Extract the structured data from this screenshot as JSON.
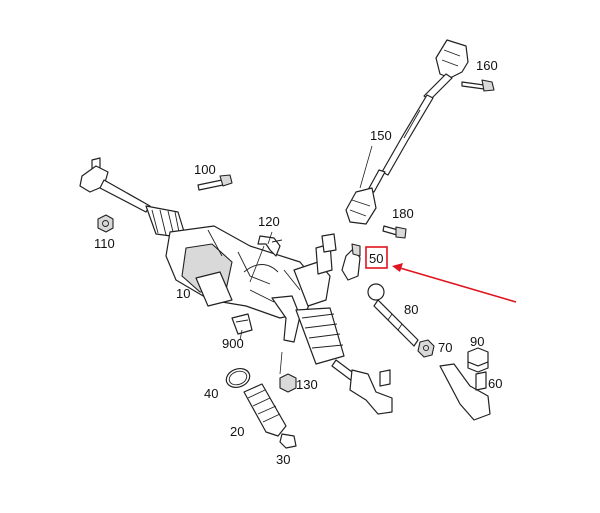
{
  "diagram": {
    "callouts": {
      "p10": "10",
      "p20": "20",
      "p30": "30",
      "p40": "40",
      "p50": "50",
      "p60": "60",
      "p70": "70",
      "p80": "80",
      "p90": "90",
      "p100": "100",
      "p110": "110",
      "p120": "120",
      "p130": "130",
      "p150": "150",
      "p160": "160",
      "p180": "180",
      "p900": "900"
    },
    "highlight": {
      "part": "50",
      "box_color": "#e0141e",
      "arrow_color": "#e0141e"
    },
    "line_color": "#222222"
  }
}
